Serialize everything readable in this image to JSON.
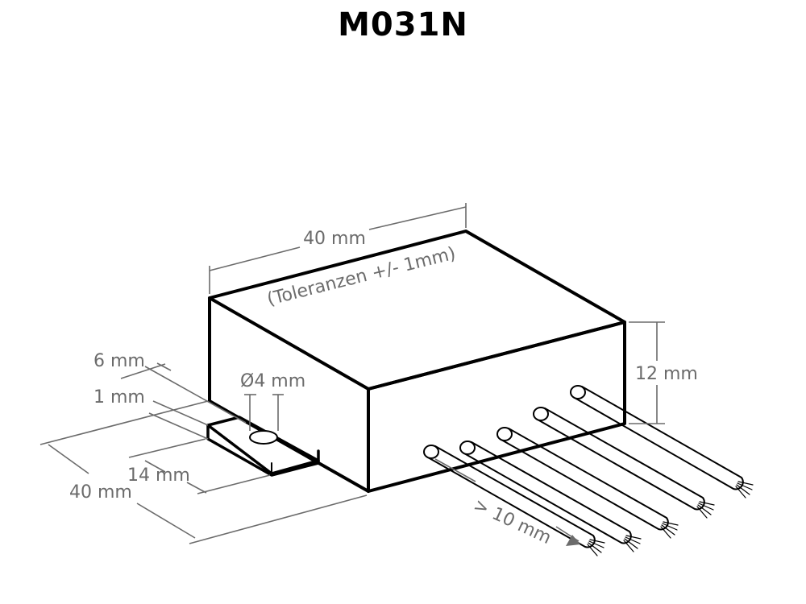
{
  "title": "M031N",
  "dimensions": {
    "width_top": "40 mm",
    "tolerance_note": "(Toleranzen +/- 1mm)",
    "height_right": "12 mm",
    "tab_width": "6 mm",
    "tab_thickness": "1 mm",
    "hole_diameter": "Ø4 mm",
    "tab_depth": "14 mm",
    "depth_left": "40 mm",
    "wire_length": "> 10 mm"
  },
  "wires": {
    "count": 5
  },
  "colors": {
    "outline": "#000000",
    "dimension": "#6b6b6b",
    "background": "#ffffff"
  }
}
